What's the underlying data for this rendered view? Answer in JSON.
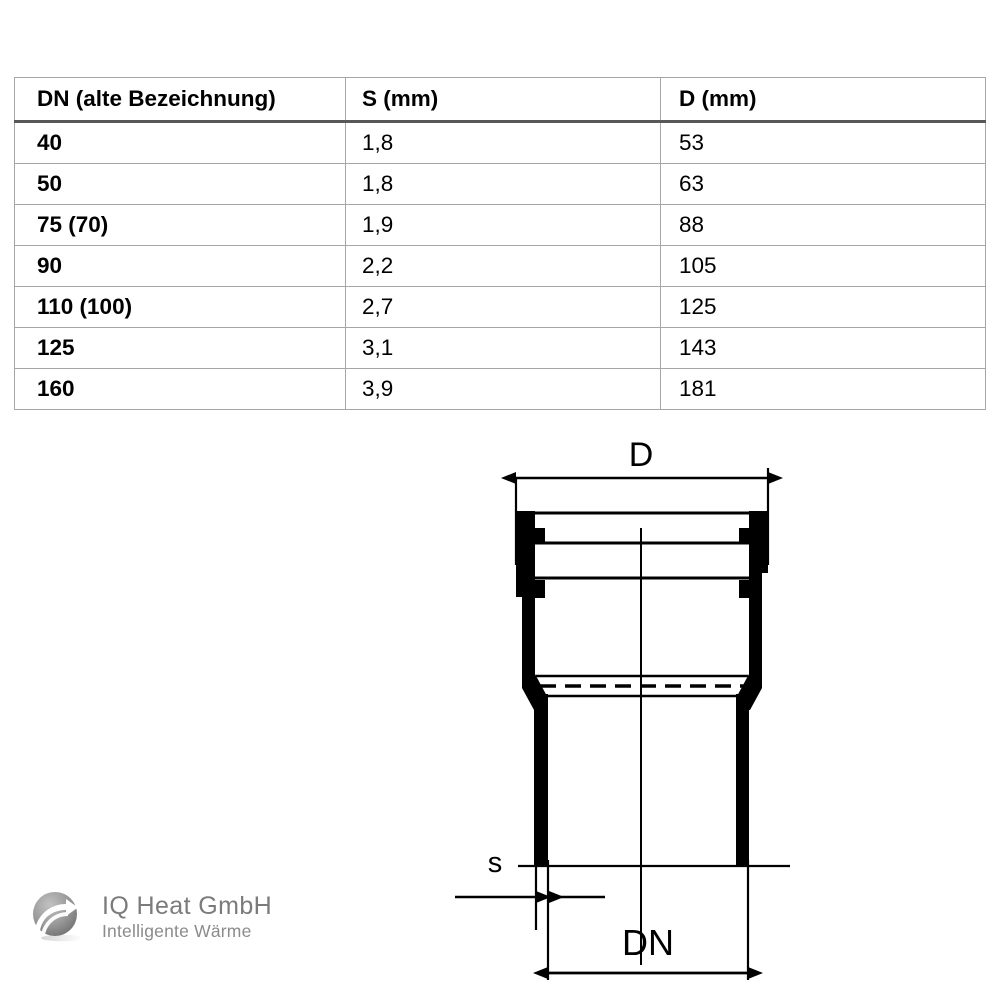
{
  "table": {
    "name": "pipe-dimension-table",
    "columns": [
      {
        "key": "dn",
        "label": "DN (alte Bezeichnung)"
      },
      {
        "key": "s",
        "label": "S (mm)"
      },
      {
        "key": "d",
        "label": "D (mm)"
      }
    ],
    "rows": [
      {
        "dn": "40",
        "s": "1,8",
        "d": "53"
      },
      {
        "dn": "50",
        "s": "1,8",
        "d": "63"
      },
      {
        "dn": "75 (70)",
        "s": "1,9",
        "d": "88"
      },
      {
        "dn": "90",
        "s": "2,2",
        "d": "105"
      },
      {
        "dn": "110 (100)",
        "s": "2,7",
        "d": "125"
      },
      {
        "dn": "125",
        "s": "3,1",
        "d": "143"
      },
      {
        "dn": "160",
        "s": "3,9",
        "d": "181"
      }
    ]
  },
  "drawing": {
    "name": "pipe-socket-cross-section",
    "labels": {
      "outer_diameter": "D",
      "wall_thickness": "s",
      "nominal_diameter": "DN"
    },
    "line_color": "#000000"
  },
  "logo": {
    "title": "IQ Heat GmbH",
    "subtitle": "Intelligente Wärme",
    "mark": "sphere-swirl-icon",
    "text_color": "#7b7b7b",
    "mark_color": "#8d8d8d"
  }
}
